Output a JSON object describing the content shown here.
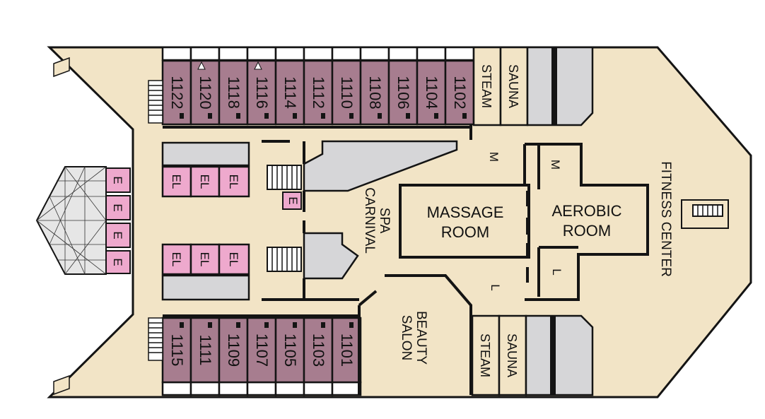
{
  "colors": {
    "hull": "#f2e4c6",
    "cabin": "#a77d8f",
    "elevator": "#eea9cd",
    "grey": "#d6d6d8",
    "outline": "#141414",
    "window": "#ffffff"
  },
  "cabins_top": [
    "1122",
    "1120",
    "1118",
    "1116",
    "1114",
    "1112",
    "1110",
    "1108",
    "1106",
    "1104",
    "1102"
  ],
  "cabins_bottom": [
    "1115",
    "1111",
    "1109",
    "1107",
    "1105",
    "1103",
    "1101"
  ],
  "accessible_cabins": [
    "1120",
    "1116"
  ],
  "labels": {
    "steam_top": "STEAM",
    "sauna_top": "SAUNA",
    "steam_bottom": "STEAM",
    "sauna_bottom": "SAUNA",
    "spa_line1": "SPA",
    "spa_line2": "CARNIVAL",
    "massage_line1": "MASSAGE",
    "massage_line2": "ROOM",
    "aerobic_line1": "AEROBIC",
    "aerobic_line2": "ROOM",
    "fitness": "FITNESS CENTER",
    "beauty_line1": "BEAUTY",
    "beauty_line2": "SALON",
    "restroom_m1": "M",
    "restroom_m2": "M",
    "restroom_l1": "L",
    "restroom_l2": "L",
    "elevator_e": "E",
    "elevator_el": "EL"
  },
  "icons": {
    "stairs": "stairs-icon",
    "accessible": "wheelchair-icon",
    "skylight": "skylight-dome-icon"
  }
}
